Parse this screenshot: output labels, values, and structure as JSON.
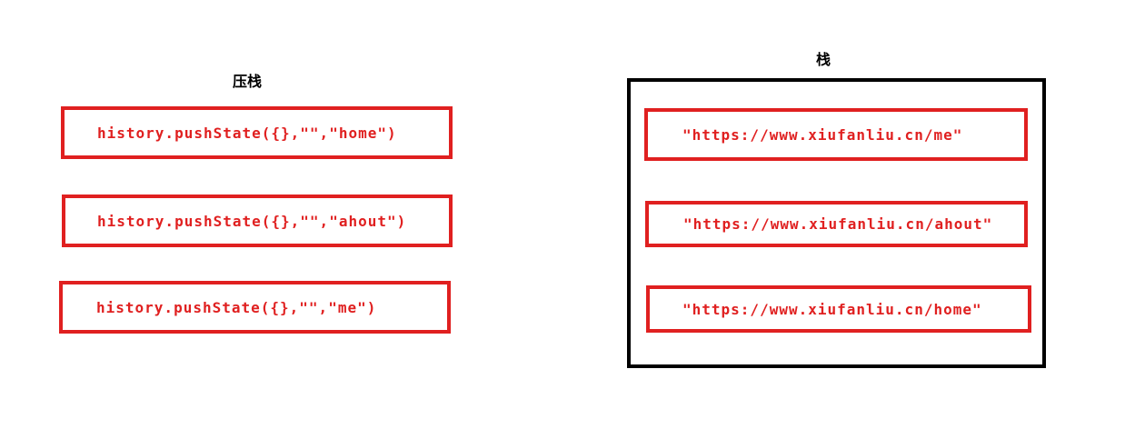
{
  "left": {
    "title": "压栈",
    "calls": [
      "history.pushState({},\"\",\"home\")",
      "history.pushState({},\"\",\"ahout\")",
      "history.pushState({},\"\",\"me\")"
    ]
  },
  "right": {
    "title": "栈",
    "stack": [
      "\"https://www.xiufanliu.cn/me\"",
      "\"https://www.xiufanliu.cn/ahout\"",
      "\"https://www.xiufanliu.cn/home\""
    ]
  },
  "colors": {
    "box_border": "#e02020",
    "text": "#e02020",
    "container_border": "#000000"
  }
}
